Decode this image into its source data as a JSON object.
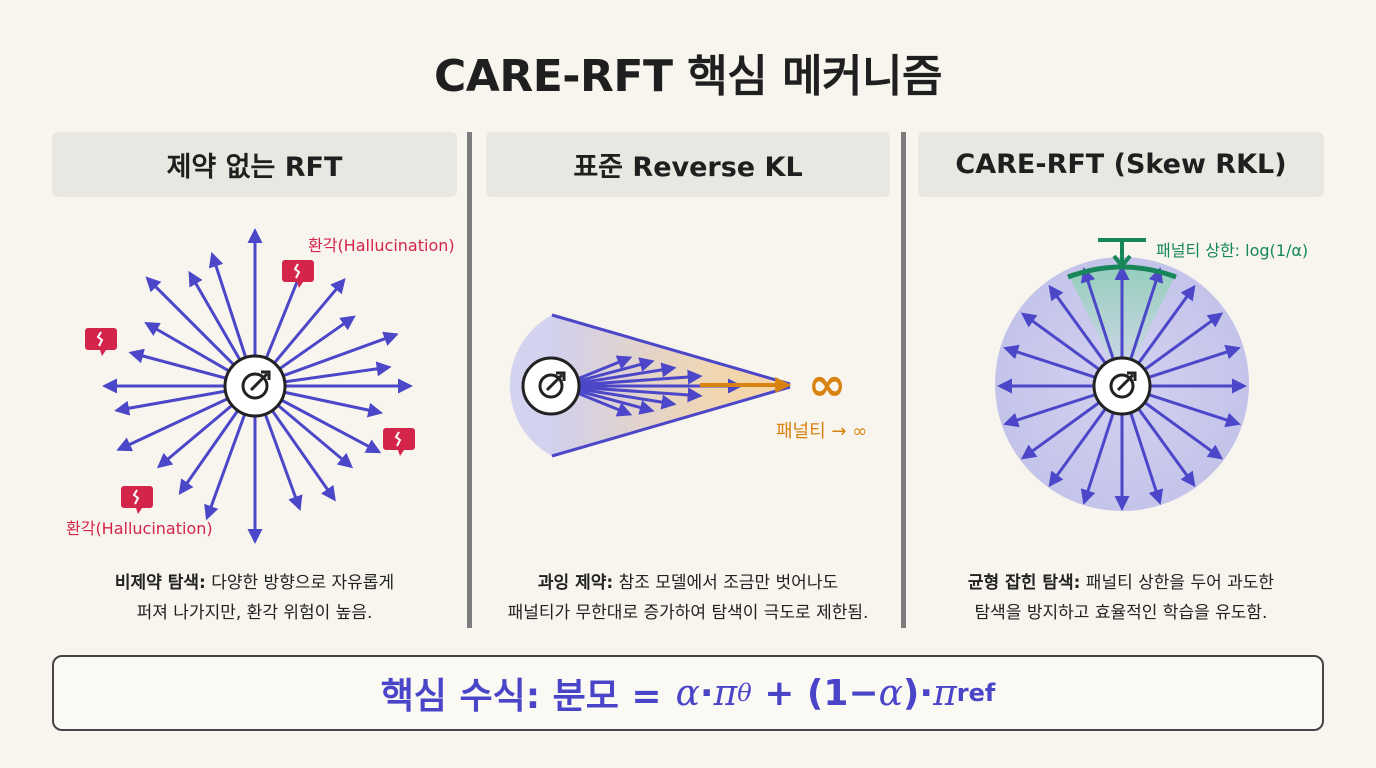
{
  "title": "CARE-RFT 핵심 메커니즘",
  "panels": [
    {
      "heading": "제약 없는 RFT",
      "label_top": "환각(Hallucination)",
      "label_bottom": "환각(Hallucination)",
      "caption_bold": "비제약 탐색:",
      "caption_line1": " 다양한 방향으로 자유롭게",
      "caption_line2": "퍼져 나가지만, 환각 위험이 높음."
    },
    {
      "heading": "표준 Reverse KL",
      "infinity": "∞",
      "penalty_label": "패널티 → ∞",
      "caption_bold": "과잉 제약:",
      "caption_line1": " 참조 모델에서 조금만 벗어나도",
      "caption_line2": "패널티가 무한대로 증가하여 탐색이 극도로 제한됨."
    },
    {
      "heading": "CARE-RFT (Skew RKL)",
      "bound_label": "패널티 상한: log(1/α)",
      "caption_bold": "균형 잡힌 탐색:",
      "caption_line1": " 패널티 상한을 두어 과도한",
      "caption_line2": "탐색을 방지하고 효율적인 학습을 유도함."
    }
  ],
  "formula": {
    "label": "핵심 수식: 분모 =",
    "alpha1": "α",
    "dot1": "·",
    "pi1": "π",
    "sub1": "θ",
    "plus": " + (1−",
    "alpha2": "α",
    "close": ")·",
    "pi2": "π",
    "sub2": "ref"
  },
  "colors": {
    "arrow": "#4b47c8",
    "hallucination": "#d3244a",
    "penalty_orange": "#d8820f",
    "bound_green": "#17875a",
    "glow": "#c9c8ec"
  },
  "icons": [
    "target-icon",
    "broken-heart-bubble-icon",
    "infinity-icon",
    "upper-bound-icon"
  ]
}
